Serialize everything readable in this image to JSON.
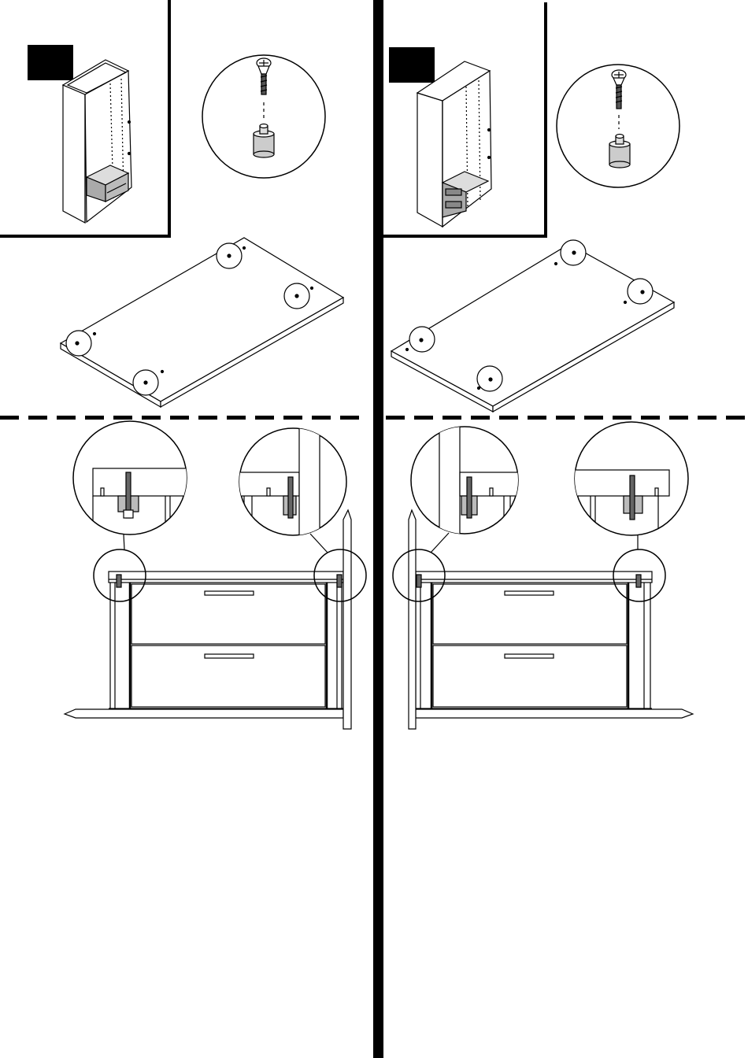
{
  "document": {
    "type": "assembly-instructions",
    "steps": [
      {
        "id": "left",
        "step_number": "",
        "hardware": [
          "screw",
          "cam-dowel"
        ],
        "mark_count": 4
      },
      {
        "id": "right",
        "step_number": "",
        "hardware": [
          "screw",
          "cam-dowel"
        ],
        "mark_count": 4
      }
    ]
  },
  "colors": {
    "ink": "#000000",
    "paper": "#ffffff",
    "shade": "#cccccc"
  },
  "icons": [
    "step-number-box",
    "wardrobe-overview-icon",
    "screw-icon",
    "cam-dowel-icon",
    "magnifier-circle",
    "arrow-icon"
  ]
}
